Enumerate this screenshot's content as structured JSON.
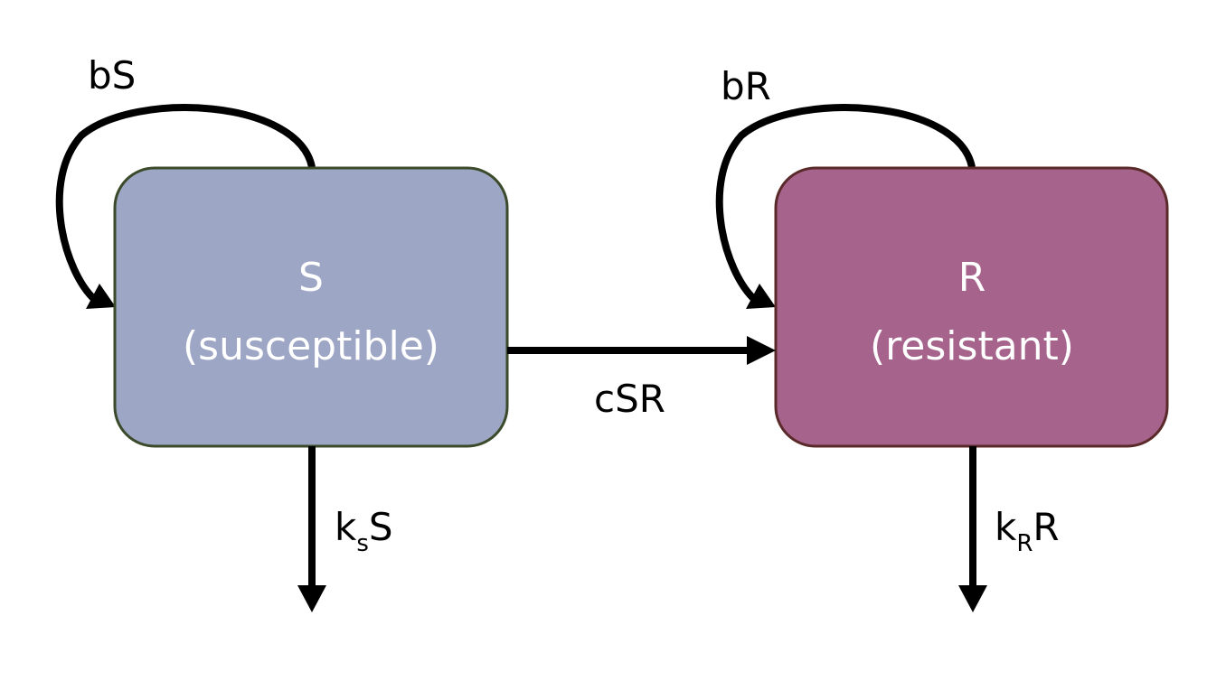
{
  "nodes": {
    "susceptible": {
      "symbol": "S",
      "label": "(susceptible)",
      "fill": "#9ea6c6",
      "stroke": "#3b4a2a"
    },
    "resistant": {
      "symbol": "R",
      "label": "(resistant)",
      "fill": "#a6648c",
      "stroke": "#5a2a2a"
    }
  },
  "edges": {
    "s_birth": "bS",
    "r_birth": "bR",
    "conversion": "cSR",
    "s_death": {
      "prefix": "k",
      "sub": "s",
      "suffix": "S"
    },
    "r_death": {
      "prefix": "k",
      "sub": "R",
      "suffix": "R"
    }
  }
}
